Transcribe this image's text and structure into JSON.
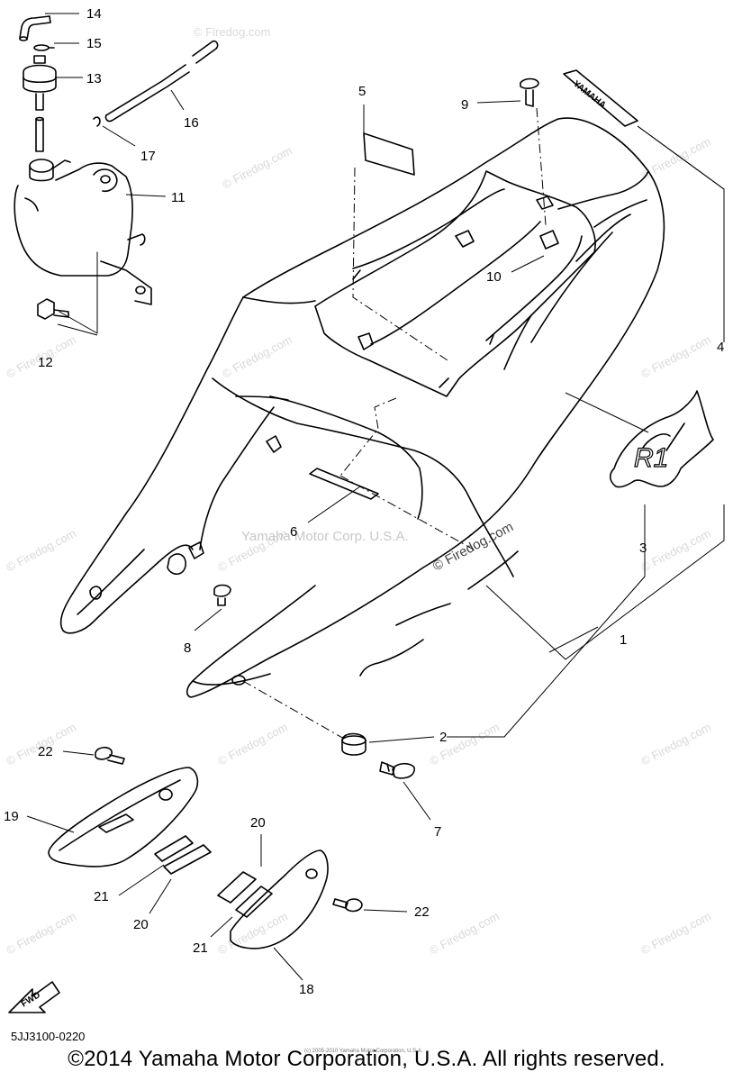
{
  "diagram": {
    "callouts": [
      "14",
      "15",
      "13",
      "16",
      "17",
      "11",
      "12",
      "5",
      "9",
      "10",
      "4",
      "3",
      "6",
      "1",
      "8",
      "2",
      "7",
      "22",
      "19",
      "20",
      "21",
      "18"
    ],
    "watermarks": {
      "site": "© Firedog.com",
      "center": "Yamaha Motor Corp. U.S.A.",
      "center_site": "© Firedog.com"
    },
    "decal_text": "YAMAHA",
    "emblem_text": "R1",
    "fwd_arrow_text": "FWD"
  },
  "footer": {
    "part_code": "5JJ3100-0220",
    "fine_print": "(c) 2005-2010 Yamaha Motor Corporation, U.S.A.",
    "copyright": "©2014 Yamaha Motor Corporation, U.S.A. All rights reserved."
  }
}
